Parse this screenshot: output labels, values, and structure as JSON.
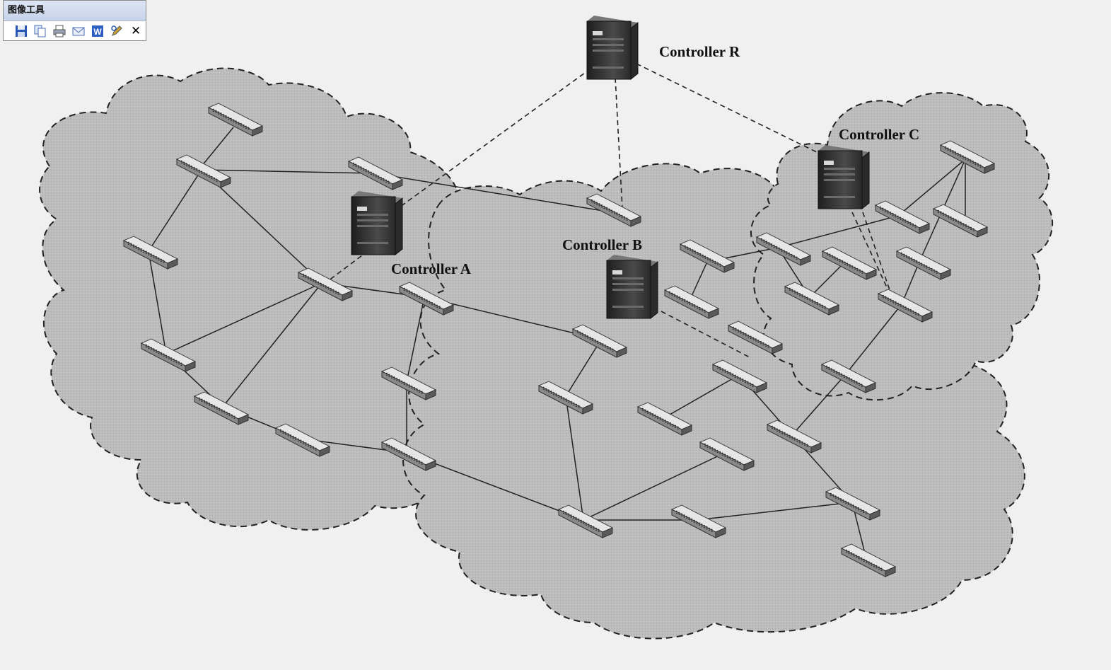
{
  "toolbar": {
    "title": "图像工具",
    "icons": [
      "save-icon",
      "copy-icon",
      "print-icon",
      "mail-icon",
      "word-icon",
      "edit-icon"
    ],
    "close_glyph": "✕"
  },
  "diagram": {
    "controllers": [
      {
        "id": "R",
        "label": "Controller R"
      },
      {
        "id": "A",
        "label": "Controller A"
      },
      {
        "id": "B",
        "label": "Controller B"
      },
      {
        "id": "C",
        "label": "Controller C"
      }
    ],
    "colors": {
      "background": "#f0f0f0",
      "cloud": "#bdbdbd",
      "switch": "#8c8c8c",
      "server": "#3a3a3a"
    }
  }
}
